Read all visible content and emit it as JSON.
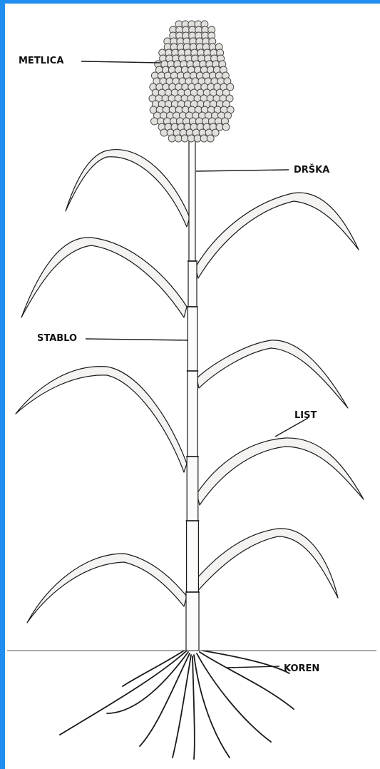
{
  "colors": {
    "frame_border": "#1e8ef0",
    "ink": "#1a1a1a",
    "leaf_fill": "#f4f3f1",
    "grain": "#e2e0dc"
  },
  "labels": {
    "panicle": "METLICA",
    "peduncle": "DRŠKA",
    "stem": "STABLO",
    "leaf": "LIST",
    "root": "KOREN"
  }
}
